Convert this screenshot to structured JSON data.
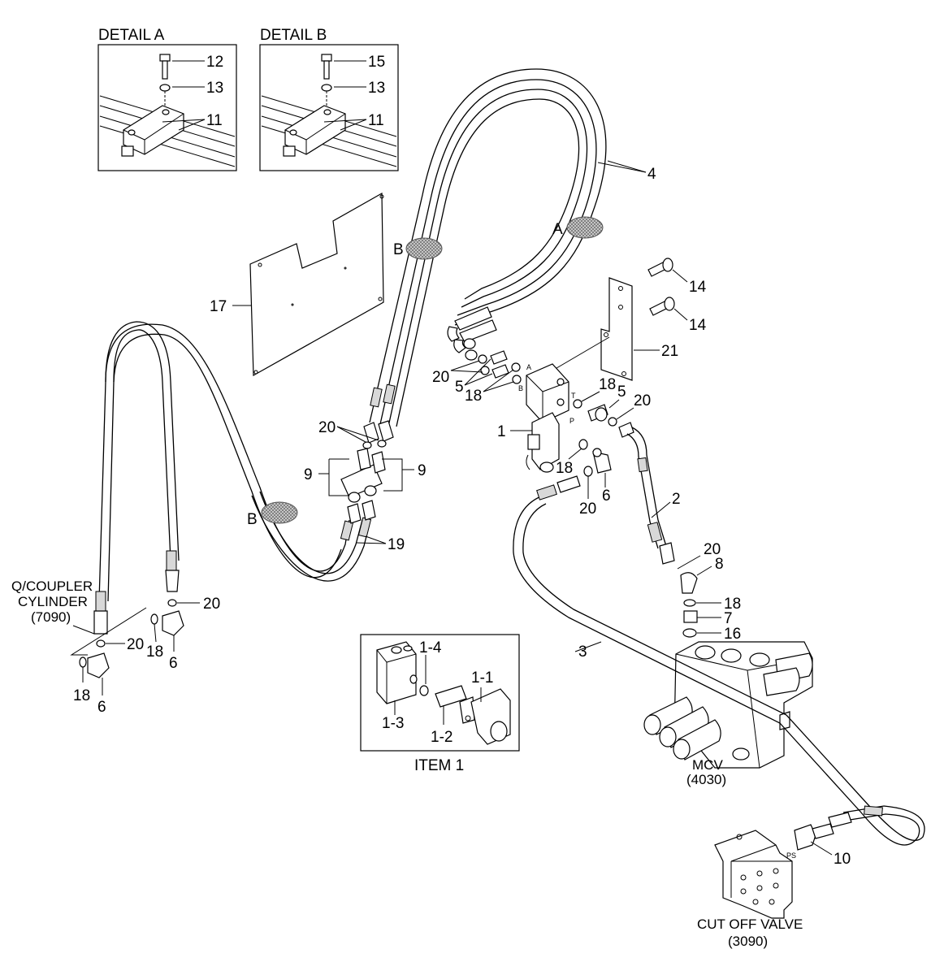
{
  "details": {
    "a": {
      "title": "DETAIL A",
      "bolt": "12",
      "washer": "13",
      "clamp": "11"
    },
    "b": {
      "title": "DETAIL B",
      "bolt": "15",
      "washer": "13",
      "clamp": "11"
    }
  },
  "item1": {
    "title": "ITEM 1",
    "labels": {
      "n11": "1-1",
      "n12": "1-2",
      "n13": "1-3",
      "n14": "1-4"
    }
  },
  "components": {
    "qcoupler": {
      "line1": "Q/COUPLER",
      "line2": "CYLINDER",
      "line3": "(7090)"
    },
    "mcv": {
      "line1": "MCV",
      "line2": "(4030)"
    },
    "cutoff": {
      "line1": "CUT OFF VALVE",
      "line2": "(3090)"
    }
  },
  "zones": {
    "a": "A",
    "b1": "B",
    "b2": "B"
  },
  "ports": {
    "a": "A",
    "b": "B",
    "t": "T",
    "p": "P",
    "ps": "PS"
  },
  "callouts": {
    "c4": "4",
    "c17": "17",
    "c14a": "14",
    "c14b": "14",
    "c21": "21",
    "c20a": "20",
    "c5a": "5",
    "c18a": "18",
    "c18b": "18",
    "c5b": "5",
    "c20b": "20",
    "c1": "1",
    "c20c": "20",
    "c9a": "9",
    "c9b": "9",
    "c18c": "18",
    "c20d": "20",
    "c6a": "6",
    "c2": "2",
    "c19": "19",
    "c20e": "20",
    "c8": "8",
    "c18d": "18",
    "c7": "7",
    "c16": "16",
    "c3": "3",
    "c10": "10",
    "c20f": "20",
    "c20g": "20",
    "c18e": "18",
    "c6b": "6",
    "c18f": "18",
    "c6c": "6"
  }
}
